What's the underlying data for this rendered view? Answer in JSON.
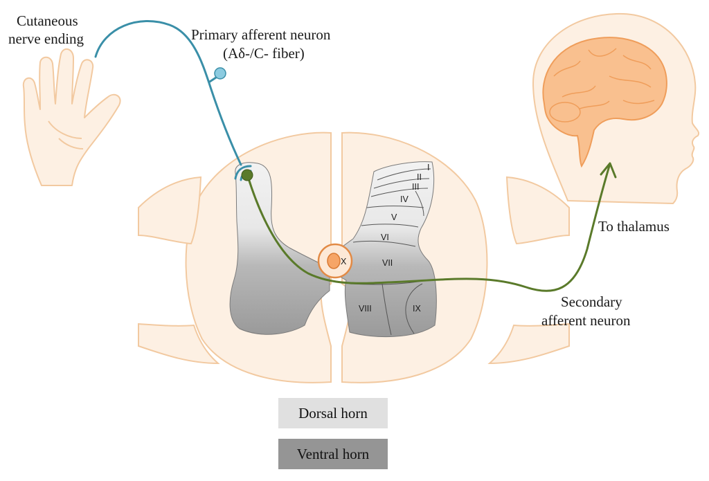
{
  "labels": {
    "cutaneous_line1": "Cutaneous",
    "cutaneous_line2": "nerve ending",
    "primary_line1": "Primary afferent neuron",
    "primary_line2": "(Aδ-/C- fiber)",
    "thalamus": "To thalamus",
    "secondary_line1": "Secondary",
    "secondary_line2": "afferent neuron"
  },
  "laminae": [
    "I",
    "II",
    "III",
    "IV",
    "V",
    "VI",
    "VII",
    "VIII",
    "IX",
    "X"
  ],
  "legend": {
    "dorsal": "Dorsal horn",
    "ventral": "Ventral horn"
  },
  "colors": {
    "tissue_fill": "#fdf0e3",
    "tissue_stroke": "#f2c9a0",
    "brain": "#f9c08f",
    "brain_stroke": "#ef9d5a",
    "primary_neuron": "#3a8fa8",
    "secondary_neuron": "#5a7a2a",
    "dorsal_horn": "#e0e0e0",
    "ventral_horn": "#959595"
  }
}
